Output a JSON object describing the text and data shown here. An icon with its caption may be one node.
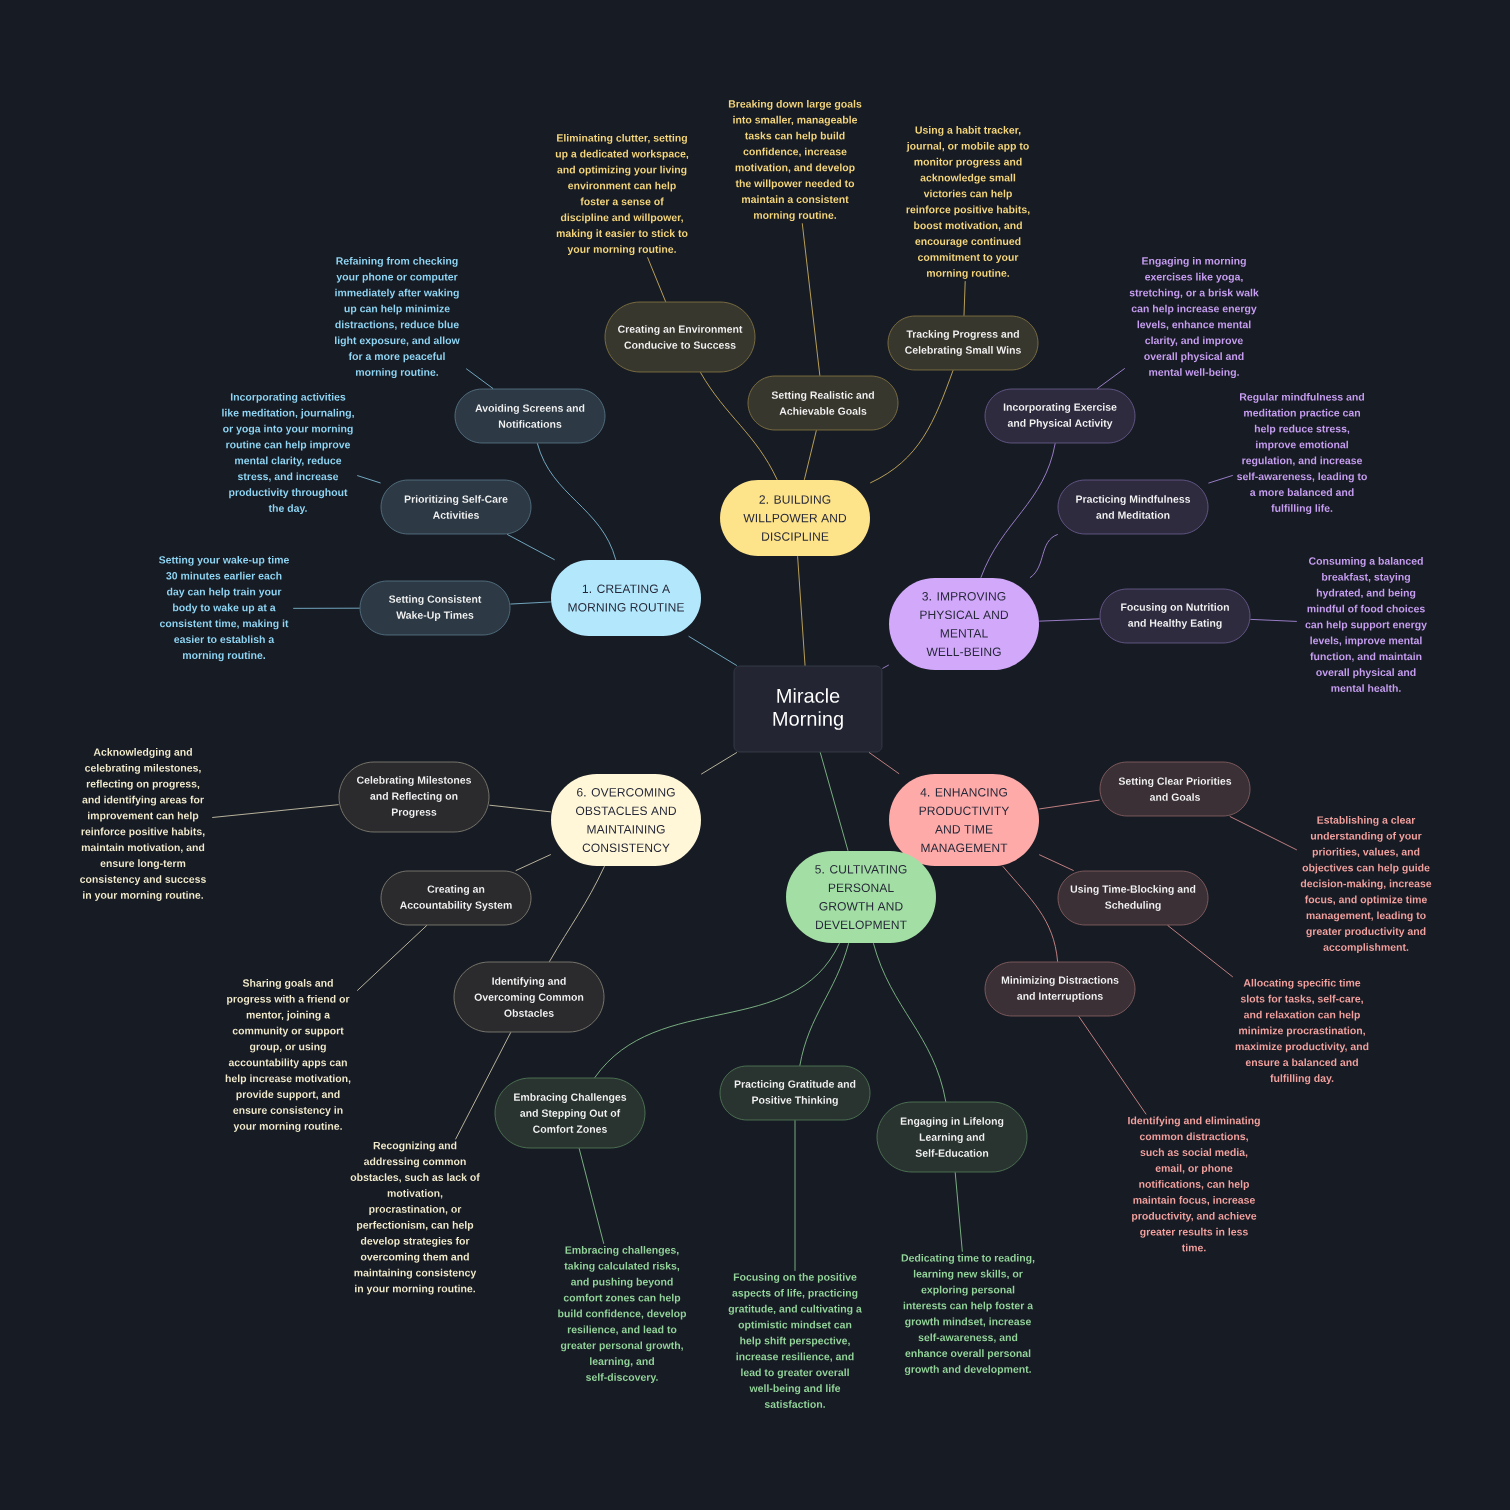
{
  "diagram": {
    "nodes": [
      {
        "text": [
          "Miracle Morning"
        ]
      },
      {
        "text": [
          "1. CREATING A MORNING ROUTINE"
        ]
      },
      {
        "text": [
          "Avoiding Screens and Notifications"
        ]
      },
      {
        "text": [
          "Prioritizing Self-Care Activities"
        ]
      },
      {
        "text": [
          "Setting Consistent Wake-Up Times"
        ]
      },
      {
        "text": [
          "Refaining from checking your phone or computer immediately after waking up can help minimize distractions, reduce blue light exposure, and allow for a more peaceful morning routine."
        ]
      },
      {
        "text": [
          "Incorporating activities like meditation, journaling, or yoga into your morning routine can help improve mental clarity, reduce stress, and increase productivity throughout the day."
        ]
      },
      {
        "text": [
          "Setting your wake-up time 30 minutes earlier each day can help train your body to wake up at a consistent time, making it easier to establish a morning routine."
        ]
      },
      {
        "text": [
          "2. BUILDING WILLPOWER AND DISCIPLINE"
        ]
      },
      {
        "text": [
          "Creating an Environment Conducive to Success"
        ]
      },
      {
        "text": [
          "Setting Realistic and Achievable Goals"
        ]
      },
      {
        "text": [
          "Tracking Progress and Celebrating Small Wins"
        ]
      },
      {
        "text": [
          "Eliminating clutter, setting up a dedicated workspace, and optimizing your living environment can help foster a sense of discipline and willpower, making it easier to stick to your morning routine."
        ]
      },
      {
        "text": [
          "Breaking down large goals into smaller, manageable tasks can help build confidence, increase motivation, and develop the willpower needed to maintain a consistent morning routine."
        ]
      },
      {
        "text": [
          "Using a habit tracker, journal, or mobile app to monitor progress and acknowledge small victories can help reinforce positive habits, boost motivation, and encourage continued commitment to your morning routine."
        ]
      },
      {
        "text": [
          "3. IMPROVING PHYSICAL AND MENTAL WELL-BEING"
        ]
      },
      {
        "text": [
          "Incorporating Exercise and Physical Activity"
        ]
      },
      {
        "text": [
          "Practicing Mindfulness and Meditation"
        ]
      },
      {
        "text": [
          "Focusing on Nutrition and Healthy Eating"
        ]
      },
      {
        "text": [
          "Engaging in morning exercises like yoga, stretching, or a brisk walk can help increase energy levels, enhance mental clarity, and improve overall physical and mental well-being."
        ]
      },
      {
        "text": [
          "Regular mindfulness and meditation practice can help reduce stress, improve emotional regulation, and increase self-awareness, leading to a more balanced and fulfilling life."
        ]
      },
      {
        "text": [
          "Consuming a balanced breakfast, staying hydrated, and being mindful of food choices can help support energy levels, improve mental function, and maintain overall physical and mental health."
        ]
      },
      {
        "text": [
          "4. ENHANCING PRODUCTIVITY AND TIME MANAGEMENT"
        ]
      },
      {
        "text": [
          "Setting Clear Priorities and Goals"
        ]
      },
      {
        "text": [
          "Using Time-Blocking and Scheduling"
        ]
      },
      {
        "text": [
          "Minimizing Distractions and Interruptions"
        ]
      },
      {
        "text": [
          "Establishing a clear understanding of your priorities, values, and objectives can help guide decision-making, increase focus, and optimize time management, leading to greater productivity and accomplishment."
        ]
      },
      {
        "text": [
          "Allocating specific time slots for tasks, self-care, and relaxation can help minimize procrastination, maximize productivity, and ensure a balanced and fulfilling day."
        ]
      },
      {
        "text": [
          "Identifying and eliminating common distractions, such as social media, email, or phone notifications, can help maintain focus, increase productivity, and achieve greater results in less time."
        ]
      },
      {
        "text": [
          "5. CULTIVATING PERSONAL GROWTH AND DEVELOPMENT"
        ]
      },
      {
        "text": [
          "Embracing Challenges and Stepping Out of Comfort Zones"
        ]
      },
      {
        "text": [
          "Practicing Gratitude and Positive Thinking"
        ]
      },
      {
        "text": [
          "Engaging in Lifelong Learning and Self-Education"
        ]
      },
      {
        "text": [
          "Embracing challenges, taking calculated risks, and pushing beyond comfort zones can help build confidence, develop resilience, and lead to greater personal growth, learning, and self-discovery."
        ]
      },
      {
        "text": [
          "Focusing on the positive aspects of life, practicing gratitude, and cultivating a optimistic mindset can help shift perspective, increase resilience, and lead to greater overall well-being and life satisfaction."
        ]
      },
      {
        "text": [
          "Dedicating time to reading, learning new skills, or exploring personal interests can help foster a growth mindset, increase self-awareness, and enhance overall personal growth and development."
        ]
      },
      {
        "text": [
          "6. OVERCOMING OBSTACLES AND MAINTAINING CONSISTENCY"
        ]
      },
      {
        "text": [
          "Celebrating Milestones and Reflecting on Progress"
        ]
      },
      {
        "text": [
          "Creating an Accountability System"
        ]
      },
      {
        "text": [
          "Identifying and Overcoming Common Obstacles"
        ]
      },
      {
        "text": [
          "Acknowledging and celebrating milestones, reflecting on progress, and identifying areas for improvement can help reinforce positive habits, maintain motivation, and ensure long-term consistency and success in your morning routine."
        ]
      },
      {
        "text": [
          "Sharing goals and progress with a friend or mentor, joining a community or support group, or using accountability apps can help increase motivation, provide support, and ensure consistency in your morning routine."
        ]
      },
      {
        "text": [
          "Recognizing and addressing common obstacles, such as lack of motivation, procrastination, or perfectionism, can help develop strategies for overcoming them and maintaining consistency in your morning routine."
        ]
      }
    ],
    "edges": [
      {
        "from": 0,
        "to": 1,
        "arrow": "none",
        "color": "#7ab6cf"
      },
      {
        "from": 1,
        "to": 2,
        "arrow": "none",
        "color": "#7ab6cf"
      },
      {
        "from": 1,
        "to": 3,
        "arrow": "none",
        "color": "#7ab6cf"
      },
      {
        "from": 1,
        "to": 4,
        "arrow": "none",
        "color": "#7ab6cf"
      },
      {
        "from": 2,
        "to": 5,
        "arrow": "none",
        "color": "#7ab6cf"
      },
      {
        "from": 3,
        "to": 6,
        "arrow": "none",
        "color": "#7ab6cf"
      },
      {
        "from": 4,
        "to": 7,
        "arrow": "none",
        "color": "#7ab6cf"
      },
      {
        "from": 0,
        "to": 8,
        "arrow": "none",
        "color": "#c9ad5c"
      },
      {
        "from": 8,
        "to": 9,
        "arrow": "none",
        "color": "#c9ad5c"
      },
      {
        "from": 8,
        "to": 10,
        "arrow": "none",
        "color": "#c9ad5c"
      },
      {
        "from": 8,
        "to": 11,
        "arrow": "none",
        "color": "#c9ad5c"
      },
      {
        "from": 9,
        "to": 12,
        "arrow": "none",
        "color": "#c9ad5c"
      },
      {
        "from": 10,
        "to": 13,
        "arrow": "none",
        "color": "#c9ad5c"
      },
      {
        "from": 11,
        "to": 14,
        "arrow": "none",
        "color": "#c9ad5c"
      },
      {
        "from": 0,
        "to": 15,
        "arrow": "none",
        "color": "#a587d6"
      },
      {
        "from": 15,
        "to": 16,
        "arrow": "none",
        "color": "#a587d6"
      },
      {
        "from": 15,
        "to": 17,
        "arrow": "none",
        "color": "#a587d6"
      },
      {
        "from": 15,
        "to": 18,
        "arrow": "none",
        "color": "#a587d6"
      },
      {
        "from": 16,
        "to": 19,
        "arrow": "none",
        "color": "#a587d6"
      },
      {
        "from": 17,
        "to": 20,
        "arrow": "none",
        "color": "#a587d6"
      },
      {
        "from": 18,
        "to": 21,
        "arrow": "none",
        "color": "#a587d6"
      },
      {
        "from": 0,
        "to": 22,
        "arrow": "none",
        "color": "#d08a8a"
      },
      {
        "from": 22,
        "to": 23,
        "arrow": "none",
        "color": "#d08a8a"
      },
      {
        "from": 22,
        "to": 24,
        "arrow": "none",
        "color": "#d08a8a"
      },
      {
        "from": 22,
        "to": 25,
        "arrow": "none",
        "color": "#d08a8a"
      },
      {
        "from": 23,
        "to": 26,
        "arrow": "none",
        "color": "#d08a8a"
      },
      {
        "from": 24,
        "to": 27,
        "arrow": "none",
        "color": "#d08a8a"
      },
      {
        "from": 25,
        "to": 28,
        "arrow": "none",
        "color": "#d08a8a"
      },
      {
        "from": 0,
        "to": 29,
        "arrow": "none",
        "color": "#82bd8a"
      },
      {
        "from": 29,
        "to": 30,
        "arrow": "none",
        "color": "#82bd8a"
      },
      {
        "from": 29,
        "to": 31,
        "arrow": "none",
        "color": "#82bd8a"
      },
      {
        "from": 29,
        "to": 32,
        "arrow": "none",
        "color": "#82bd8a"
      },
      {
        "from": 30,
        "to": 33,
        "arrow": "none",
        "color": "#82bd8a"
      },
      {
        "from": 31,
        "to": 34,
        "arrow": "none",
        "color": "#82bd8a"
      },
      {
        "from": 32,
        "to": 35,
        "arrow": "none",
        "color": "#82bd8a"
      },
      {
        "from": 0,
        "to": 36,
        "arrow": "none",
        "color": "#c8c3a8"
      },
      {
        "from": 36,
        "to": 37,
        "arrow": "none",
        "color": "#c8c3a8"
      },
      {
        "from": 36,
        "to": 38,
        "arrow": "none",
        "color": "#c8c3a8"
      },
      {
        "from": 36,
        "to": 39,
        "arrow": "none",
        "color": "#c8c3a8"
      },
      {
        "from": 37,
        "to": 40,
        "arrow": "none",
        "color": "#c8c3a8"
      },
      {
        "from": 38,
        "to": 41,
        "arrow": "none",
        "color": "#c8c3a8"
      },
      {
        "from": 39,
        "to": 42,
        "arrow": "none",
        "color": "#c8c3a8"
      }
    ]
  }
}
